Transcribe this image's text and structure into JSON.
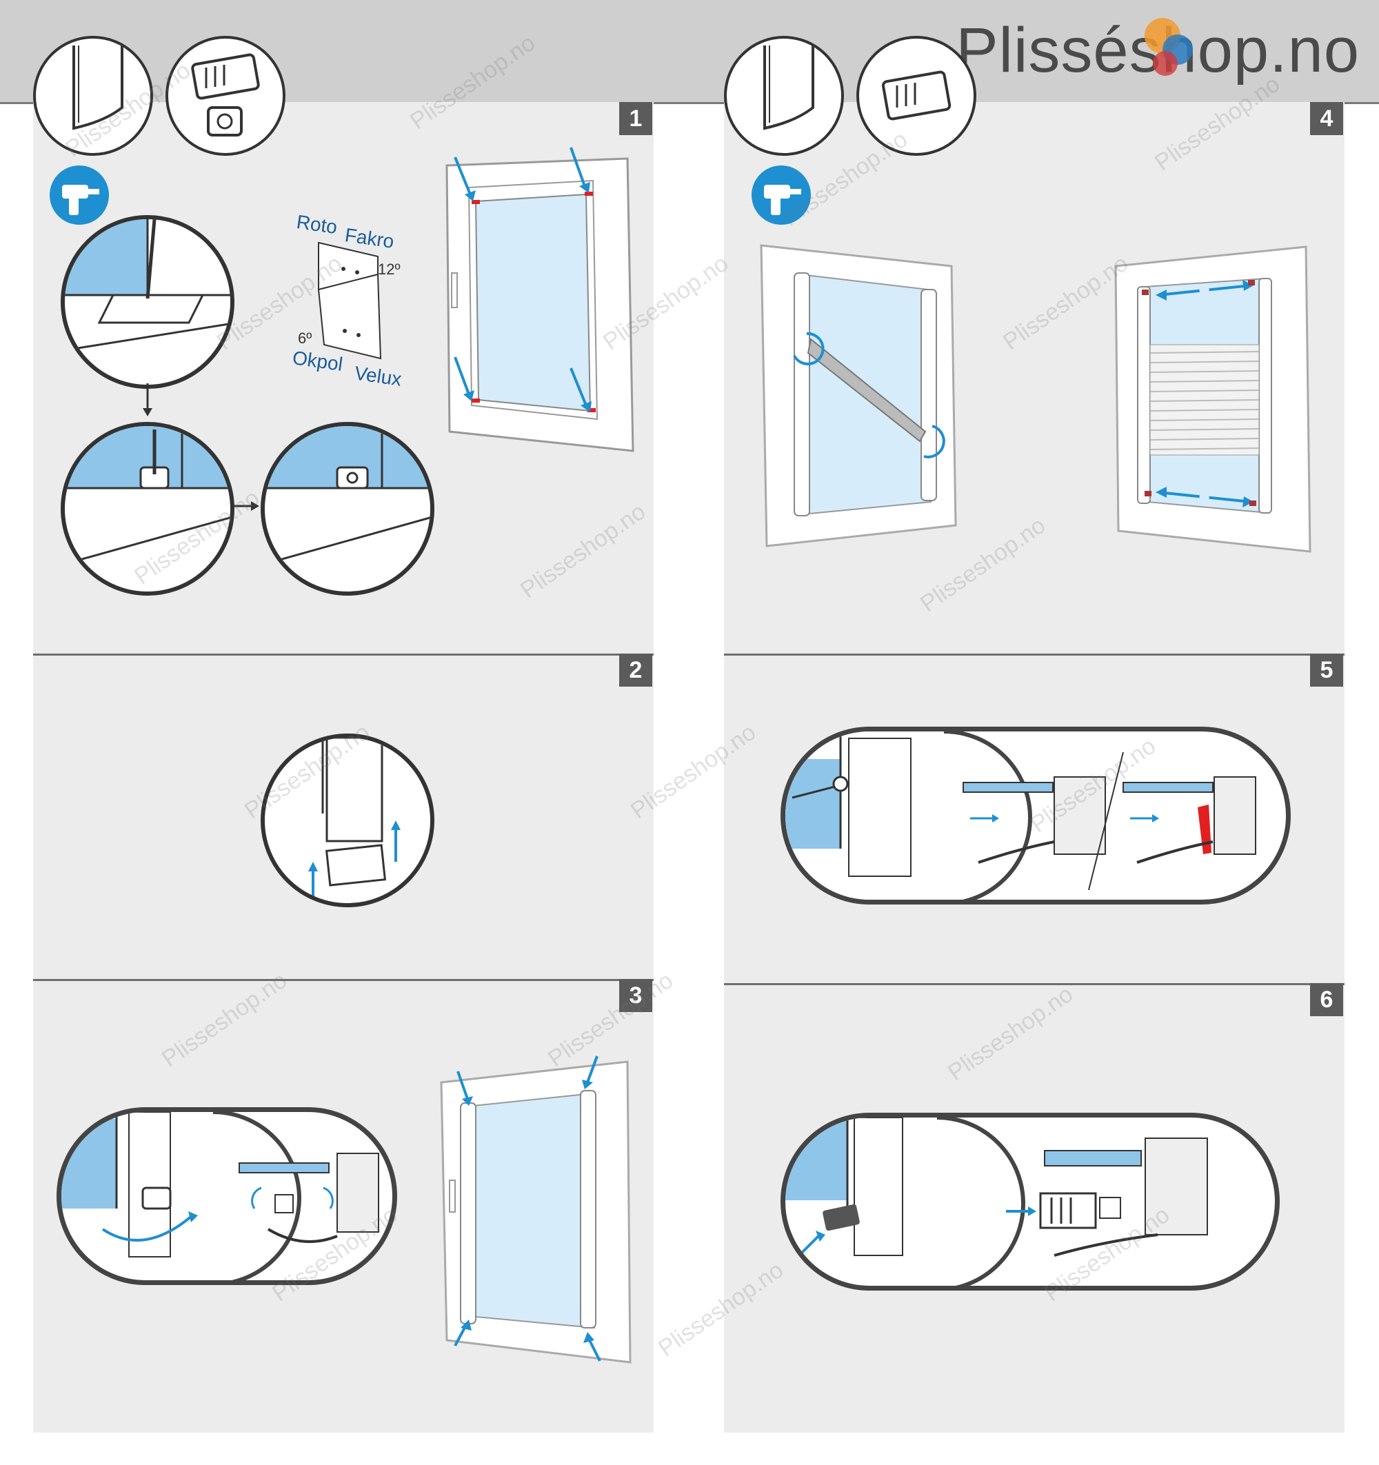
{
  "brand": {
    "name": "Plisséshop.no"
  },
  "steps": {
    "s1": "1",
    "s2": "2",
    "s3": "3",
    "s4": "4",
    "s5": "5",
    "s6": "6"
  },
  "brackets": {
    "roto": "Roto",
    "fakro": "Fakro",
    "okpol": "Okpol",
    "velux": "Velux",
    "angle_top": "12º",
    "angle_bottom": "6º"
  },
  "watermark": {
    "text": "Plisseshop.no"
  },
  "colors": {
    "accent": "#1e8fd0",
    "glass": "#d6ecfa",
    "wall": "#8fc5e8",
    "panel": "#ececec",
    "badge": "#5b5b5b",
    "marker": "#e02020"
  }
}
